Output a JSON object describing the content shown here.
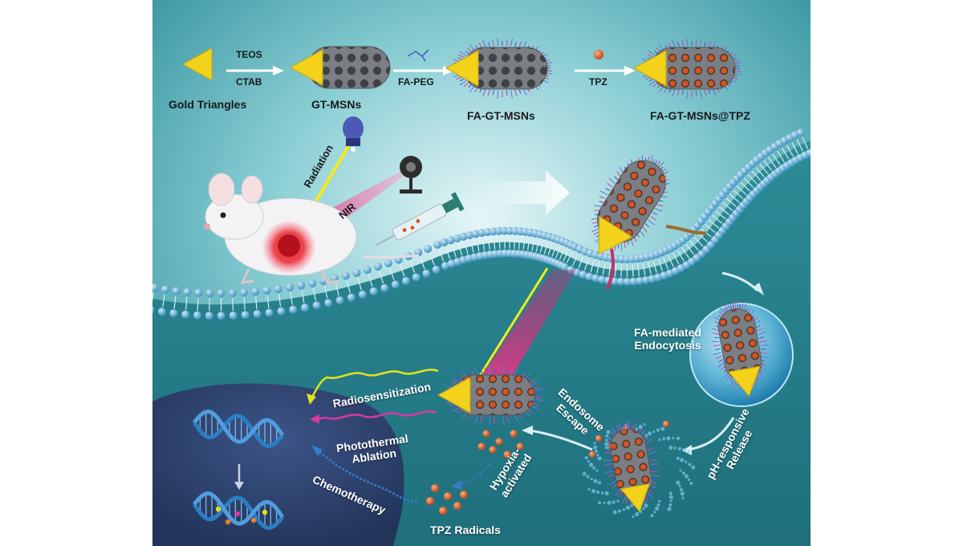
{
  "synthesis": {
    "gold_triangles": "Gold Triangles",
    "teos": "TEOS",
    "ctab": "CTAB",
    "gt_msns": "GT-MSNs",
    "fa_peg": "FA-PEG",
    "fa_gt_msns": "FA-GT-MSNs",
    "tpz": "TPZ",
    "fa_gt_msns_tpz": "FA-GT-MSNs@TPZ"
  },
  "treatment": {
    "radiation": "Radiation",
    "nir": "NIR"
  },
  "cell": {
    "endocytosis_line1": "FA-mediated",
    "endocytosis_line2": "Endocytosis",
    "ph_line1": "pH-responsive",
    "ph_line2": "Release",
    "endosome_line1": "Endosome",
    "endosome_line2": "Escape",
    "hypoxia_line1": "Hypoxia-",
    "hypoxia_line2": "activated",
    "tpz_radicals": "TPZ Radicals",
    "radiosensitization": "Radiosensitization",
    "photothermal_line1": "Photothermal",
    "photothermal_line2": "Ablation",
    "chemotherapy": "Chemotherapy"
  },
  "colors": {
    "background_teal": "#2a8a97",
    "gold": "#f2d21a",
    "silica_gray": "#6b6e72",
    "tpz_orange": "#d9541e",
    "peg_blue": "#4a5fc8",
    "peg_pink": "#d24aa0",
    "radiation_yellow": "#f4ea1c",
    "nir_magenta": "#d0287a",
    "nucleus_navy": "#2c3f66",
    "dna_blue": "#2a7fc4"
  }
}
